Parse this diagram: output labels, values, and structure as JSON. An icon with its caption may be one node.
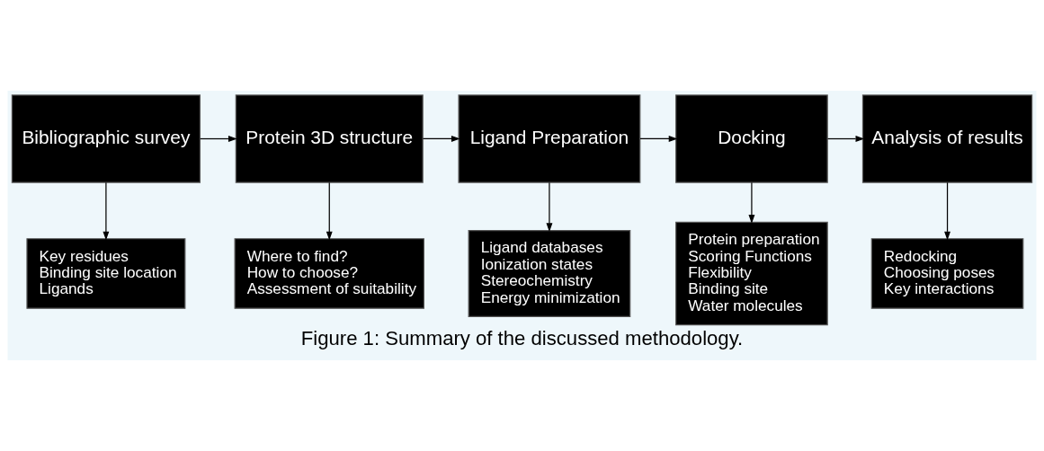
{
  "diagram": {
    "caption": "Figure 1: Summary of the discussed methodology.",
    "nodes": [
      {
        "text": [
          "Bibliographic survey"
        ]
      },
      {
        "text": [
          "Protein 3D structure"
        ]
      },
      {
        "text": [
          "Ligand Preparation"
        ]
      },
      {
        "text": [
          "Docking"
        ]
      },
      {
        "text": [
          "Analysis of results"
        ]
      },
      {
        "text": [
          "Key residues",
          "Binding site location",
          "Ligands"
        ]
      },
      {
        "text": [
          "Where to find?",
          "How to choose?",
          "Assessment of suitability"
        ]
      },
      {
        "text": [
          "Ligand databases",
          "Ionization states",
          "Stereochemistry",
          "Energy minimization"
        ]
      },
      {
        "text": [
          "Protein preparation",
          "Scoring Functions",
          "Flexibility",
          "Binding site",
          "Water molecules"
        ]
      },
      {
        "text": [
          "Redocking",
          "Choosing poses",
          "Key interactions"
        ]
      }
    ],
    "edges": [
      {
        "from": 0,
        "to": 1,
        "arrow": "to"
      },
      {
        "from": 1,
        "to": 2,
        "arrow": "to"
      },
      {
        "from": 2,
        "to": 3,
        "arrow": "to"
      },
      {
        "from": 3,
        "to": 4,
        "arrow": "to"
      },
      {
        "from": 0,
        "to": 5,
        "arrow": "to"
      },
      {
        "from": 1,
        "to": 6,
        "arrow": "to"
      },
      {
        "from": 2,
        "to": 7,
        "arrow": "to"
      },
      {
        "from": 3,
        "to": 8,
        "arrow": "to"
      },
      {
        "from": 4,
        "to": 9,
        "arrow": "to"
      }
    ]
  }
}
